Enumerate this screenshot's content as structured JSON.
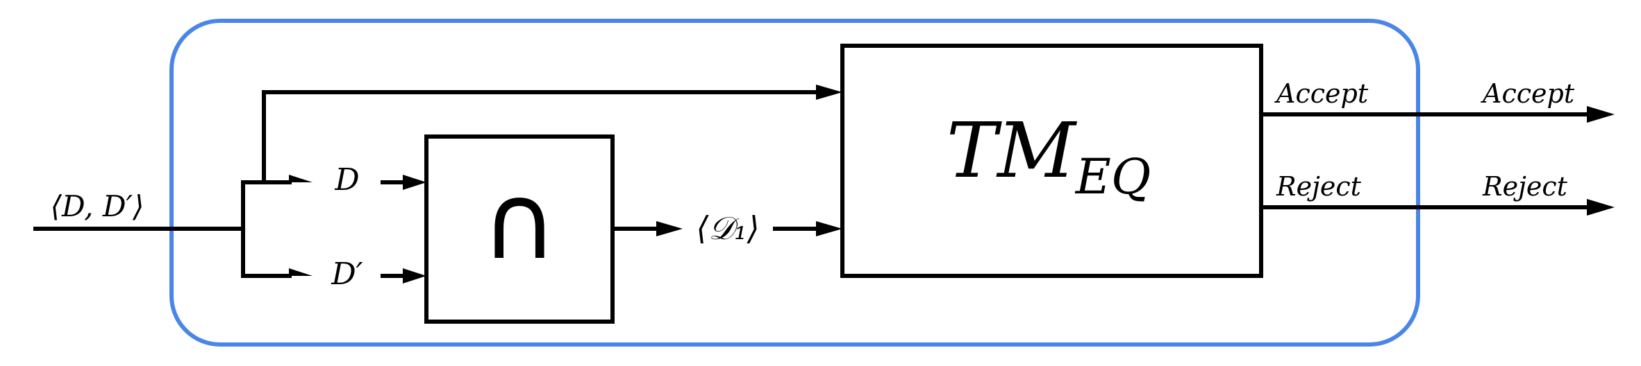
{
  "diagram": {
    "input_label": "⟨D, D′⟩",
    "split_labels": {
      "top": "D",
      "bottom": "D′"
    },
    "intersection_symbol": "∩",
    "intermediate_label": "⟨𝒟₁⟩",
    "tm_block": {
      "name": "TM",
      "subscript": "EQ"
    },
    "outputs": {
      "accept_inner": "Accept",
      "reject_inner": "Reject",
      "accept_outer": "Accept",
      "reject_outer": "Reject"
    }
  },
  "colors": {
    "frame": "#4a86e8",
    "lines": "#000000",
    "background": "#ffffff"
  }
}
